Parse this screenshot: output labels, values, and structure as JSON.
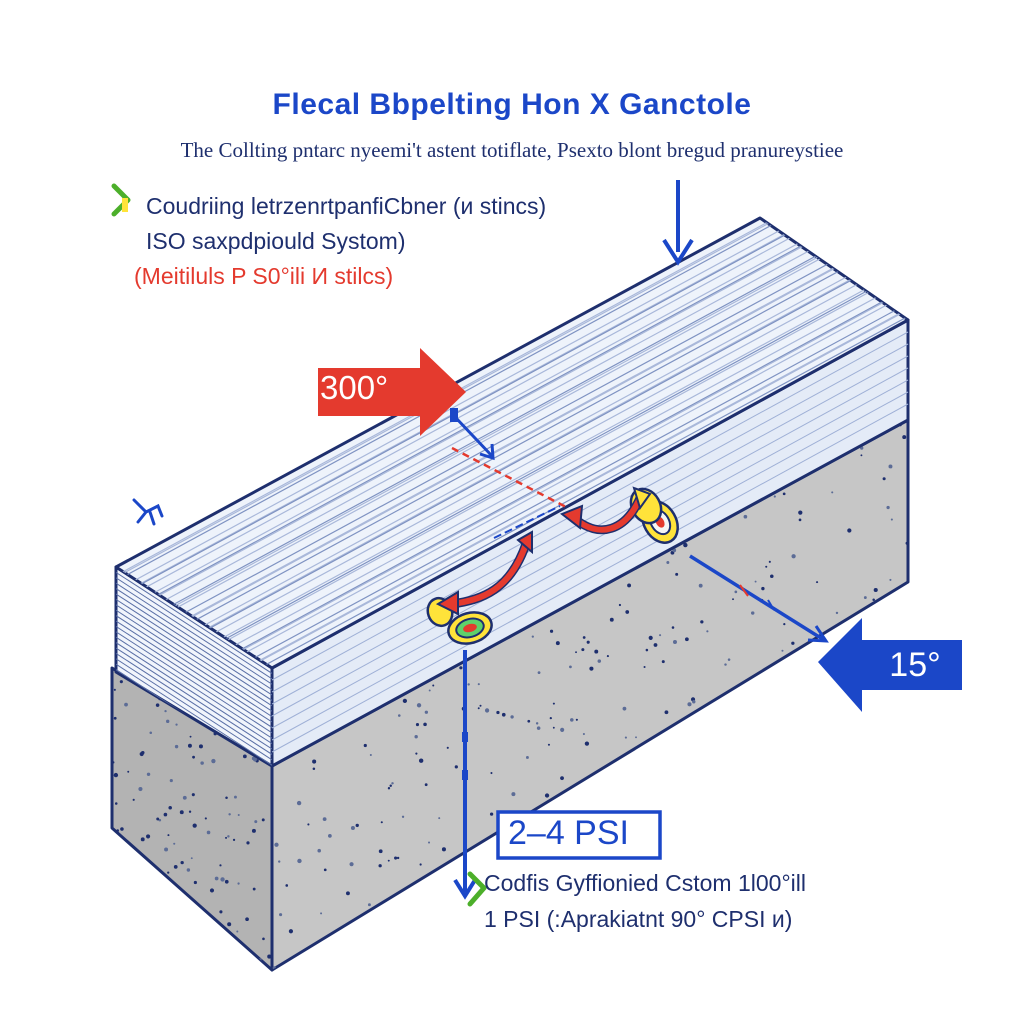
{
  "header": {
    "title": "Flecal Bbpelting Hon X Ganctole",
    "subtitle": "The Collting pntarc nyeemi't astent totiflate, Psexto blont bregud pranureystiee"
  },
  "notes_top": [
    {
      "text": "Coudriing letrzenrtpanfiCbner (и stincs)",
      "color": "#1e2f6e"
    },
    {
      "text": "ISO saxpdpiould Systom)",
      "color": "#1e2f6e"
    },
    {
      "text": "(Meitiluls P S0°ili И stilcs)",
      "color": "#e43a2e"
    }
  ],
  "callouts": {
    "angle_top": "300°",
    "angle_right": "15°",
    "pressure": "2–4 PSI"
  },
  "notes_bottom": [
    {
      "text": "Codfis Gyffionied Cstom 1l00°ill"
    },
    {
      "text": "1 PSI (:Aprakiatnt 90° CPSI и)"
    }
  ],
  "icons": [
    "chevron-right-icon",
    "flex-marker-icon",
    "tape-roll-icon",
    "curved-arrow-icon"
  ],
  "colors": {
    "accent_blue": "#1b47c8",
    "arrow_red": "#e43a2e",
    "green": "#4caf2a",
    "text_dark": "#1e2f6e",
    "concrete": "#b9b9b9",
    "wood_face": "#eef3fb"
  }
}
